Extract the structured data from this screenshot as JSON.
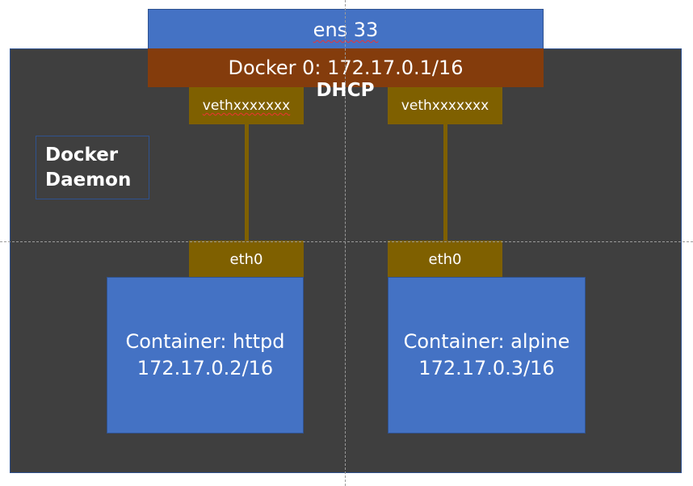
{
  "host_interface": {
    "label": "ens 33"
  },
  "bridge": {
    "label": "Docker 0: 172.17.0.1/16",
    "service": "DHCP"
  },
  "daemon": {
    "line1": "Docker",
    "line2": "Daemon"
  },
  "containers": [
    {
      "veth": "vethxxxxxxx",
      "eth": "eth0",
      "name": "Container: httpd",
      "ip": "172.17.0.2/16"
    },
    {
      "veth": "vethxxxxxxx",
      "eth": "eth0",
      "name": "Container: alpine",
      "ip": "172.17.0.3/16"
    }
  ],
  "colors": {
    "interface_blue": "#4472c4",
    "bridge_brown": "#843c0c",
    "veth_gold": "#7f6000",
    "daemon_gray": "#3f3f3f",
    "outline": "#2f528f"
  }
}
